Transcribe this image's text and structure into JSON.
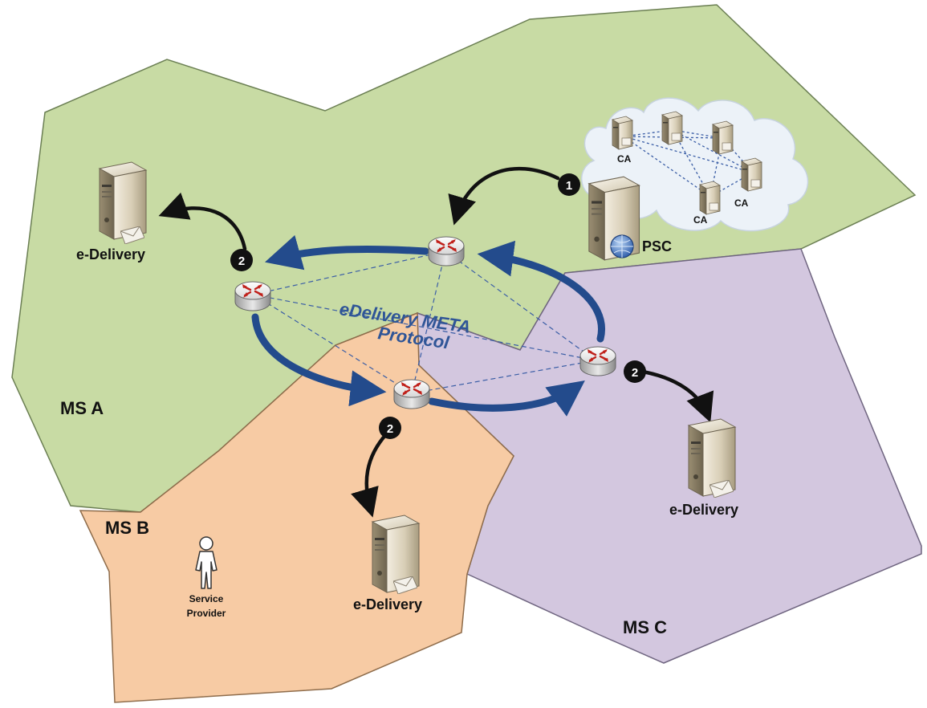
{
  "regions": {
    "ms_a": "MS A",
    "ms_b": "MS B",
    "ms_c": "MS C"
  },
  "protocol": {
    "line1": "eDelivery META",
    "line2": "Protocol"
  },
  "psc": {
    "label": "PSC"
  },
  "cloud": {
    "ca_labels": [
      "CA",
      "CA",
      "CA"
    ]
  },
  "endpoints": {
    "a": "e-Delivery",
    "b": "e-Delivery",
    "c": "e-Delivery"
  },
  "service_provider": {
    "line1": "Service",
    "line2": "Provider"
  },
  "steps": {
    "one": "1",
    "two": "2"
  },
  "colors": {
    "ms_a": "#c8dba4",
    "ms_b": "#f7cba4",
    "ms_c": "#d3c7df",
    "ring": "#234b8c",
    "protocol_text": "#2f5597"
  }
}
